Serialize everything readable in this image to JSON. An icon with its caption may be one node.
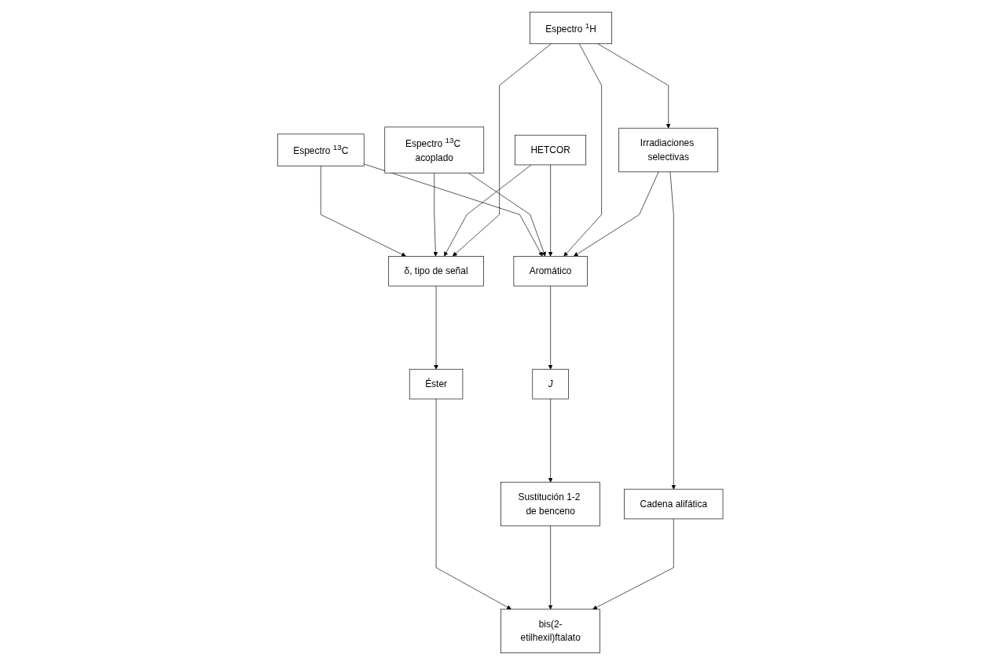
{
  "diagram": {
    "nodes": [
      {
        "text": [
          "Espectro $^{13}$C"
        ]
      },
      {
        "text": [
          "Espectro $^{13}$C acoplado"
        ]
      },
      {
        "text": [
          "HETCOR"
        ]
      },
      {
        "text": [
          "Espectro $^{1}$H"
        ]
      },
      {
        "text": [
          "δ, tipo de señal"
        ]
      },
      {
        "text": [
          "Aromático"
        ]
      },
      {
        "text": [
          "Irradiaciones selectivas"
        ]
      },
      {
        "text": [
          "J"
        ]
      },
      {
        "text": [
          "Éster"
        ]
      },
      {
        "text": [
          "Sustitución 1-2 de benceno"
        ]
      },
      {
        "text": [
          "Cadena alifática"
        ]
      },
      {
        "text": [
          "bis(2-etilhexil)ftalato"
        ]
      }
    ],
    "edges": [
      {
        "from": 0,
        "to": 4,
        "arrow": "to"
      },
      {
        "from": 1,
        "to": 4,
        "arrow": "to"
      },
      {
        "from": 2,
        "to": 4,
        "arrow": "to"
      },
      {
        "from": 3,
        "to": 4,
        "arrow": "to"
      },
      {
        "from": 0,
        "to": 5,
        "arrow": "to"
      },
      {
        "from": 1,
        "to": 5,
        "arrow": "to"
      },
      {
        "from": 2,
        "to": 5,
        "arrow": "to"
      },
      {
        "from": 3,
        "to": 5,
        "arrow": "to"
      },
      {
        "from": 3,
        "to": 6,
        "arrow": "to"
      },
      {
        "from": 6,
        "to": 5,
        "arrow": "to"
      },
      {
        "from": 5,
        "to": 7,
        "arrow": "to"
      },
      {
        "from": 4,
        "to": 8,
        "arrow": "to"
      },
      {
        "from": 7,
        "to": 9,
        "arrow": "to"
      },
      {
        "from": 6,
        "to": 10,
        "arrow": "to"
      },
      {
        "from": 8,
        "to": 11,
        "arrow": "to"
      },
      {
        "from": 9,
        "to": 11,
        "arrow": "to"
      },
      {
        "from": 10,
        "to": 11,
        "arrow": "to"
      }
    ]
  }
}
